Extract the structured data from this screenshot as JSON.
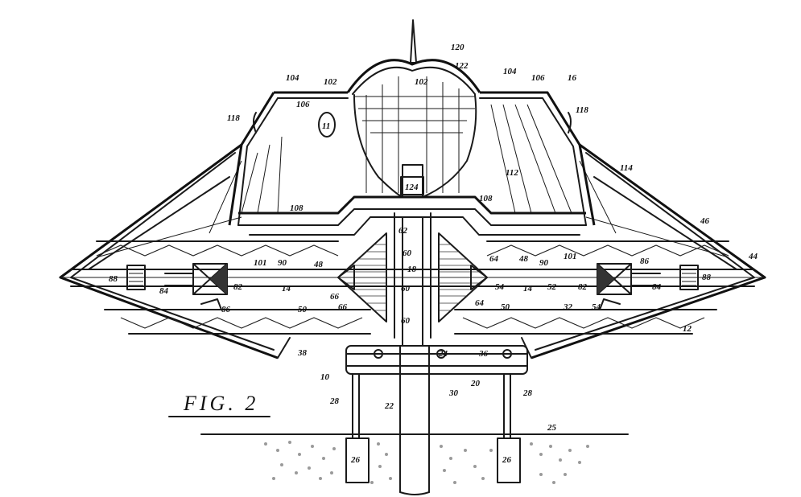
{
  "figure": {
    "caption": "FIG. 2",
    "labels": {
      "l120": "120",
      "l122": "122",
      "l104a": "104",
      "l102a": "102",
      "l102b": "102",
      "l104b": "104",
      "l106a": "106",
      "l16": "16",
      "l106b": "106",
      "l118a": "118",
      "l118b": "118",
      "l11": "11",
      "l124": "124",
      "l112": "112",
      "l114": "114",
      "l108a": "108",
      "l108b": "108",
      "l62": "62",
      "l46": "46",
      "l44": "44",
      "l101a": "101",
      "l90a": "90",
      "l48a": "48",
      "l60a": "60",
      "l18": "18",
      "l64a": "64",
      "l48b": "48",
      "l90b": "90",
      "l101b": "101",
      "l86a": "86",
      "l88a": "88",
      "l84a": "84",
      "l82a": "82",
      "l14a": "14",
      "l66a": "66",
      "l66b": "66",
      "l60b": "60",
      "l64b": "64",
      "l54a": "54",
      "l14b": "14",
      "l52": "52",
      "l82b": "82",
      "l84b": "84",
      "l88b": "88",
      "l86b": "86",
      "l50a": "50",
      "l50b": "50",
      "l60c": "60",
      "l32": "32",
      "l54b": "54",
      "l12": "12",
      "l38": "38",
      "l24": "24",
      "l36": "36",
      "l10": "10",
      "l30": "30",
      "l20": "20",
      "l28a": "28",
      "l22": "22",
      "l28b": "28",
      "l25": "25",
      "l26a": "26",
      "l26b": "26"
    }
  }
}
